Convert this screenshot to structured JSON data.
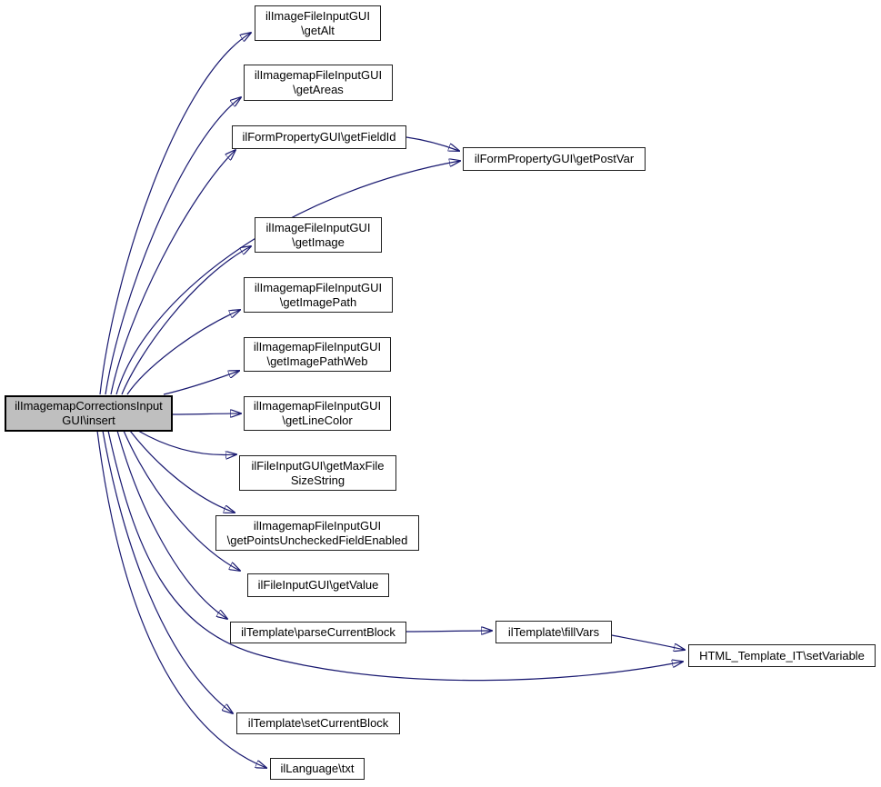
{
  "diagram": {
    "type": "call-graph",
    "colors": {
      "edge": "#191970",
      "node_fill": "#ffffff",
      "node_border": "#1f1f1f",
      "highlight_fill": "#bfbfbf",
      "background": "#ffffff"
    },
    "nodes": [
      {
        "id": "insert",
        "label": "ilImagemapCorrectionsInput\nGUI\\insert",
        "highlighted": true
      },
      {
        "id": "getAlt",
        "label": "ilImageFileInputGUI\n\\getAlt"
      },
      {
        "id": "getAreas",
        "label": "ilImagemapFileInputGUI\n\\getAreas"
      },
      {
        "id": "getFieldId",
        "label": "ilFormPropertyGUI\\getFieldId"
      },
      {
        "id": "getPostVar",
        "label": "ilFormPropertyGUI\\getPostVar"
      },
      {
        "id": "getImage",
        "label": "ilImageFileInputGUI\n\\getImage"
      },
      {
        "id": "getImagePath",
        "label": "ilImagemapFileInputGUI\n\\getImagePath"
      },
      {
        "id": "getImagePathWeb",
        "label": "ilImagemapFileInputGUI\n\\getImagePathWeb"
      },
      {
        "id": "getLineColor",
        "label": "ilImagemapFileInputGUI\n\\getLineColor"
      },
      {
        "id": "getMaxFileSizeString",
        "label": "ilFileInputGUI\\getMaxFile\nSizeString"
      },
      {
        "id": "getPointsUncheckedFieldEnabled",
        "label": "ilImagemapFileInputGUI\n\\getPointsUncheckedFieldEnabled"
      },
      {
        "id": "getValue",
        "label": "ilFileInputGUI\\getValue"
      },
      {
        "id": "parseCurrentBlock",
        "label": "ilTemplate\\parseCurrentBlock"
      },
      {
        "id": "fillVars",
        "label": "ilTemplate\\fillVars"
      },
      {
        "id": "setVariable",
        "label": "HTML_Template_IT\\setVariable"
      },
      {
        "id": "setCurrentBlock",
        "label": "ilTemplate\\setCurrentBlock"
      },
      {
        "id": "txt",
        "label": "ilLanguage\\txt"
      }
    ],
    "edges": [
      {
        "from": "insert",
        "to": "getAlt"
      },
      {
        "from": "insert",
        "to": "getAreas"
      },
      {
        "from": "insert",
        "to": "getFieldId"
      },
      {
        "from": "insert",
        "to": "getPostVar"
      },
      {
        "from": "insert",
        "to": "getImage"
      },
      {
        "from": "insert",
        "to": "getImagePath"
      },
      {
        "from": "insert",
        "to": "getImagePathWeb"
      },
      {
        "from": "insert",
        "to": "getLineColor"
      },
      {
        "from": "insert",
        "to": "getMaxFileSizeString"
      },
      {
        "from": "insert",
        "to": "getPointsUncheckedFieldEnabled"
      },
      {
        "from": "insert",
        "to": "getValue"
      },
      {
        "from": "insert",
        "to": "parseCurrentBlock"
      },
      {
        "from": "insert",
        "to": "setVariable"
      },
      {
        "from": "insert",
        "to": "setCurrentBlock"
      },
      {
        "from": "insert",
        "to": "txt"
      },
      {
        "from": "getFieldId",
        "to": "getPostVar"
      },
      {
        "from": "parseCurrentBlock",
        "to": "fillVars"
      },
      {
        "from": "fillVars",
        "to": "setVariable"
      }
    ]
  }
}
